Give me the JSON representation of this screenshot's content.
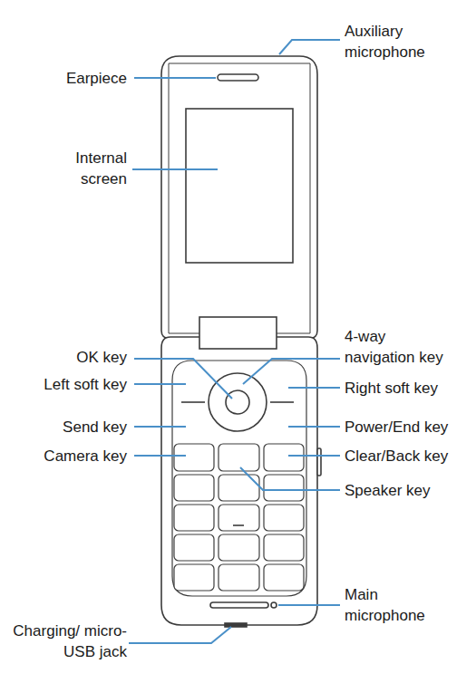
{
  "diagram": {
    "labels": [
      "Auxiliary microphone",
      "Earpiece",
      "Internal screen",
      "OK key",
      "4-way navigation key",
      "Left soft key",
      "Right soft key",
      "Send key",
      "Power/End key",
      "Camera key",
      "Clear/Back key",
      "Speaker key",
      "Main microphone",
      "Charging/ micro-USB jack"
    ]
  }
}
